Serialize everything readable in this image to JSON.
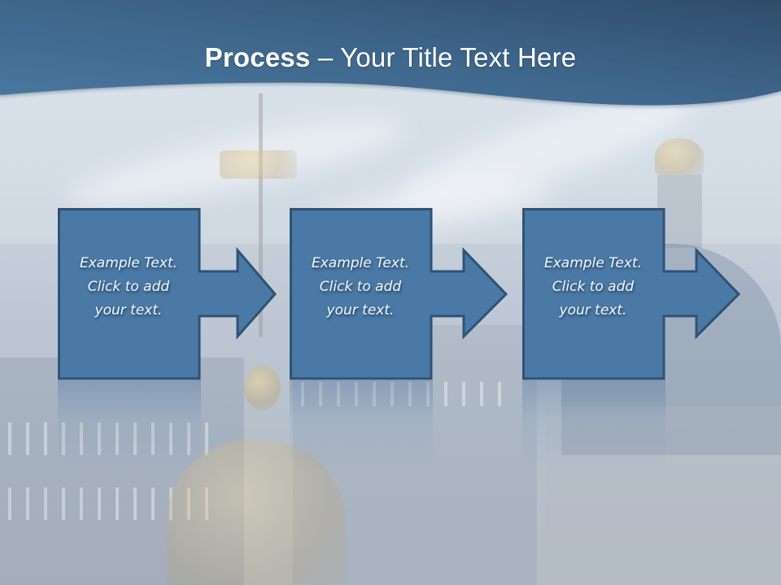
{
  "slide": {
    "title": {
      "bold_part": "Process",
      "normal_part": " – Your Title Text Here"
    },
    "steps": [
      {
        "line1": "Example Text.",
        "line2": "Click  to add",
        "line3": "your text."
      },
      {
        "line1": "Example Text.",
        "line2": "Click  to add",
        "line3": "your text."
      },
      {
        "line1": "Example Text.",
        "line2": "Click  to add",
        "line3": "your text."
      }
    ],
    "colors": {
      "header_dark": "#2e4e6c",
      "header_light": "#4a78a0",
      "shape_fill": "#4a79a5",
      "shape_border": "#2f5277",
      "title_text": "#ffffff",
      "step_text": "#f4f7fb"
    }
  }
}
